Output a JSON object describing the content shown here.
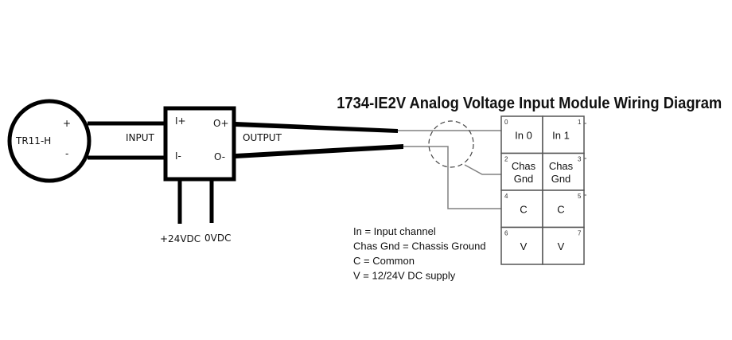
{
  "title": "1734-IE2V Analog Voltage Input Module Wiring Diagram",
  "sensor": {
    "label": "TR11-H",
    "plus": "+",
    "minus": "-"
  },
  "converter": {
    "in_plus": "I+",
    "in_minus": "I-",
    "out_plus": "O+",
    "out_minus": "O-",
    "supply_positive": "+24VDC",
    "supply_zero": "0VDC"
  },
  "wires": {
    "input_label": "INPUT",
    "output_label": "OUTPUT"
  },
  "terminal_block": {
    "cells": [
      {
        "num": "0",
        "lines": [
          "In 0"
        ]
      },
      {
        "num": "1",
        "lines": [
          "In 1"
        ]
      },
      {
        "num": "2",
        "lines": [
          "Chas",
          "Gnd"
        ]
      },
      {
        "num": "3",
        "lines": [
          "Chas",
          "Gnd"
        ]
      },
      {
        "num": "4",
        "lines": [
          "C"
        ]
      },
      {
        "num": "5",
        "lines": [
          "C"
        ]
      },
      {
        "num": "6",
        "lines": [
          "V"
        ]
      },
      {
        "num": "7",
        "lines": [
          "V"
        ]
      }
    ]
  },
  "legend": [
    "In = Input channel",
    "Chas Gnd = Chassis Ground",
    "C = Common",
    "V = 12/24V DC supply"
  ],
  "colors": {
    "wire_heavy": "#000000",
    "wire_light": "#808080",
    "text": "#111111",
    "terminal_number": "#333333"
  }
}
